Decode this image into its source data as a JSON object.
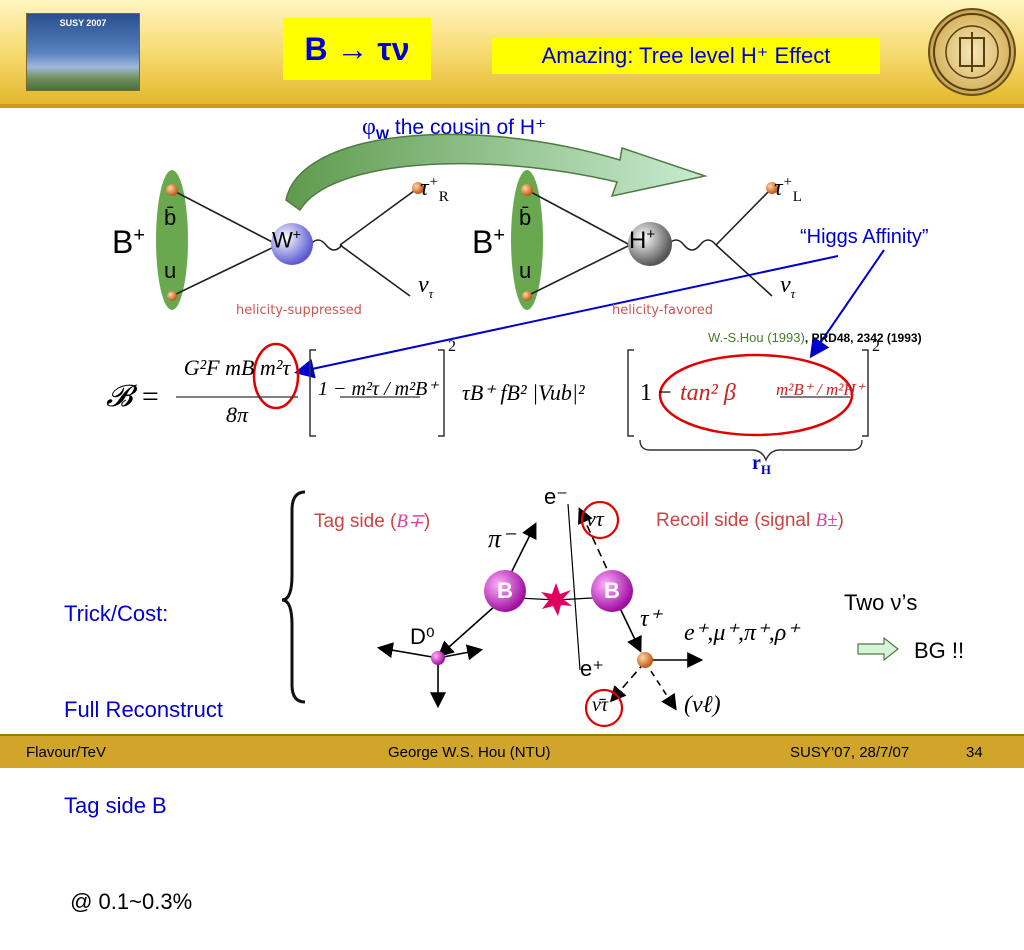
{
  "header": {
    "conf_logo_text": "SUSY 2007",
    "title": "B → τν",
    "subtitle": "Amazing: Tree level H⁺ Effect"
  },
  "diagram": {
    "phi_label_sym": "φ",
    "phi_label_sub": "W",
    "phi_label_rest": " the cousin of H⁺",
    "left": {
      "meson": "B",
      "meson_sup": "+",
      "quark_top": "b̄",
      "quark_bottom": "u",
      "boson": "W",
      "boson_sup": "+",
      "out_top": "τ",
      "out_top_sup": "+",
      "out_top_sub": "R",
      "out_bottom": "ν",
      "out_bottom_sub": "τ",
      "caption": "helicity-suppressed"
    },
    "right": {
      "meson": "B",
      "meson_sup": "+",
      "quark_top": "b̄",
      "quark_bottom": "u",
      "boson": "H",
      "boson_sup": "+",
      "out_top": "τ",
      "out_top_sup": "+",
      "out_top_sub": "L",
      "out_bottom": "ν",
      "out_bottom_sub": "τ",
      "caption": "helicity-favored"
    },
    "higgs_affinity": "“Higgs Affinity”",
    "reference_author": "W.-S.Hou (1993)",
    "reference": ", PRD48, 2342 (1993)"
  },
  "formula": {
    "lhs": "𝓑 =",
    "factor1_num": "G²F mB m²τ",
    "factor1_den": "8π",
    "bracket1": "1 − m²τ / m²B⁺",
    "mid": "τB⁺ fB² |Vub|²",
    "bracket2_one": "1 −",
    "bracket2_tan": "tan² β",
    "bracket2_ratio": "m²B⁺ / m²H⁺",
    "exp": "2",
    "rh_label": "r",
    "rh_sub": "H"
  },
  "recoil": {
    "trick_lines": [
      "Trick/Cost:",
      "Full Reconstruct",
      "Tag side B",
      " @ 0.1~0.3%"
    ],
    "tag_side_pre": "Tag side (",
    "tag_side_sym": "B∓",
    "tag_side_post": ")",
    "recoil_side_pre": "Recoil side (signal ",
    "recoil_side_sym": "B±",
    "recoil_side_post": ")",
    "e_minus": "e⁻",
    "pi_minus": "π⁻",
    "nu_tau": "ντ",
    "tau_plus": "τ⁺",
    "decay_products": "e⁺,μ⁺,π⁺,ρ⁺",
    "e_plus": "e⁺",
    "d0": "D⁰",
    "nu_bar_tau": "ν̄τ",
    "nu_l": "(νℓ)",
    "b_ball": "B",
    "two_nus": "Two ν’s",
    "bg": "BG !!"
  },
  "footer": {
    "left": "Flavour/TeV",
    "center": "George W.S. Hou (NTU)",
    "right": "SUSY’07, 28/7/07",
    "page": "34"
  },
  "colors": {
    "accent_blue": "#0000cc",
    "highlight_yellow": "#ffff00",
    "header_gold": "#e2b72c",
    "circle_red": "#e00000",
    "meson_green": "#6aa84f",
    "b_ball_magenta": "#c020c0"
  }
}
